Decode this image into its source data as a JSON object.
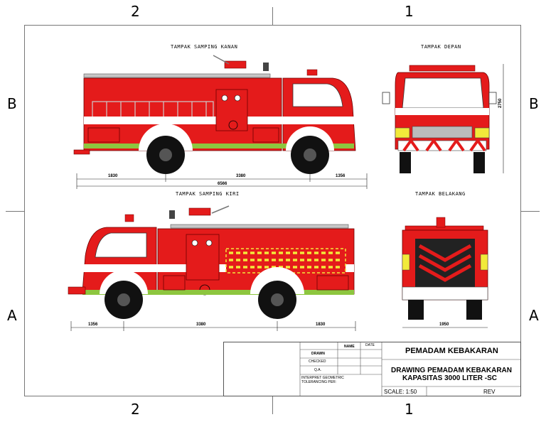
{
  "zones": {
    "top_left": "2",
    "top_right": "1",
    "bottom_left": "2",
    "bottom_right": "1",
    "left_upper": "B",
    "left_lower": "A",
    "right_upper": "B",
    "right_lower": "A"
  },
  "views": {
    "right_side": "TAMPAK SAMPING KANAN",
    "front": "TAMPAK DEPAN",
    "left_side": "TAMPAK SAMPING KIRI",
    "rear": "TAMPAK BELAKANG"
  },
  "dimensions": {
    "right_side": {
      "front_overhang": "1830",
      "wheelbase": "3380",
      "rear_overhang": "1356",
      "overall_length": "6566"
    },
    "left_side": {
      "rear_overhang": "1356",
      "wheelbase": "3380",
      "front_overhang": "1830"
    },
    "front_height": "2750",
    "rear_width": "1950"
  },
  "title_block": {
    "col_name": "NAME",
    "col_date": "DATE",
    "drawn": "DRAWN",
    "checked": "CHECKED",
    "qa": "Q.A.",
    "tolerance": "INTERPRET GEOMETRIC TOLERANCING PER:",
    "company": "PEMADAM KEBAKARAN",
    "title_line1": "DRAWING PEMADAM KEBAKARAN",
    "title_line2": "KAPASITAS 3000 LITER -SC",
    "scale": "SCALE: 1:50",
    "rev": "REV"
  },
  "colors": {
    "body_red": "#e41b1b",
    "dark_red": "#a90f0f",
    "stripe_white": "#ffffff",
    "stripe_green": "#8dc63f",
    "chevron_yellow": "#f2ea3a",
    "tire": "#111111"
  }
}
